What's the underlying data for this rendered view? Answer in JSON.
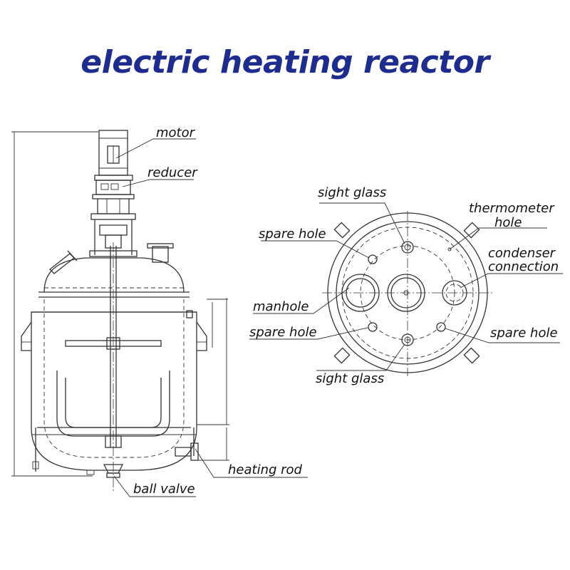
{
  "title": "electric heating reactor",
  "side_view_labels": {
    "motor": "motor",
    "reducer": "reducer",
    "heating_rod": "heating rod",
    "ball_valve": "ball valve"
  },
  "top_view_labels": {
    "sight_glass_top": "sight glass",
    "thermometer_line1": "thermometer",
    "thermometer_line2": "hole",
    "spare_hole_upper_left": "spare hole",
    "condenser_line1": "condenser",
    "condenser_line2": "connection",
    "manhole": "manhole",
    "spare_hole_lower_left": "spare hole",
    "spare_hole_right": "spare hole",
    "sight_glass_bottom": "sight glass"
  },
  "colors": {
    "title": "#1f2c8f",
    "lines": "#333333"
  }
}
